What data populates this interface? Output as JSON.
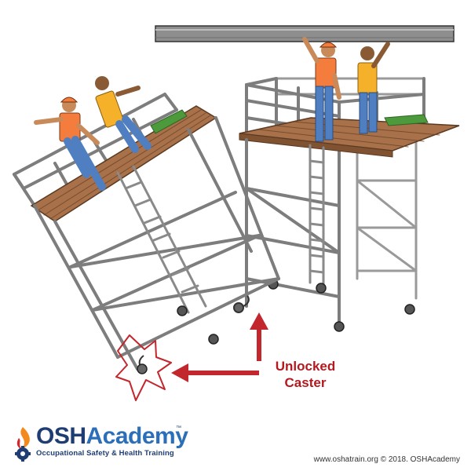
{
  "callout": {
    "line1": "Unlocked",
    "line2": "Caster"
  },
  "logo": {
    "word_part1": "OSH",
    "word_part2": "Academy",
    "trademark": "™",
    "tagline": "Occupational Safety & Health Training"
  },
  "credit": "www.oshatrain.org © 2018. OSHAcademy",
  "colors": {
    "frame": "#8c8c8c",
    "frame_dark": "#3a3a3a",
    "deck": "#a8714a",
    "beam": "#8a8a8a",
    "alert_red": "#c1272d",
    "shirt_orange": "#f47c3c",
    "shirt_yellow": "#f5b12a",
    "jeans": "#4f7fc1",
    "plank_green": "#4d9a3c",
    "brand_navy": "#1f3d73",
    "brand_blue": "#2a6fb8"
  },
  "icons": {
    "logo_mark": "flame-gear-icon",
    "warning_burst": "warning-burst-icon",
    "pointer_arrow": "arrow-icon"
  }
}
